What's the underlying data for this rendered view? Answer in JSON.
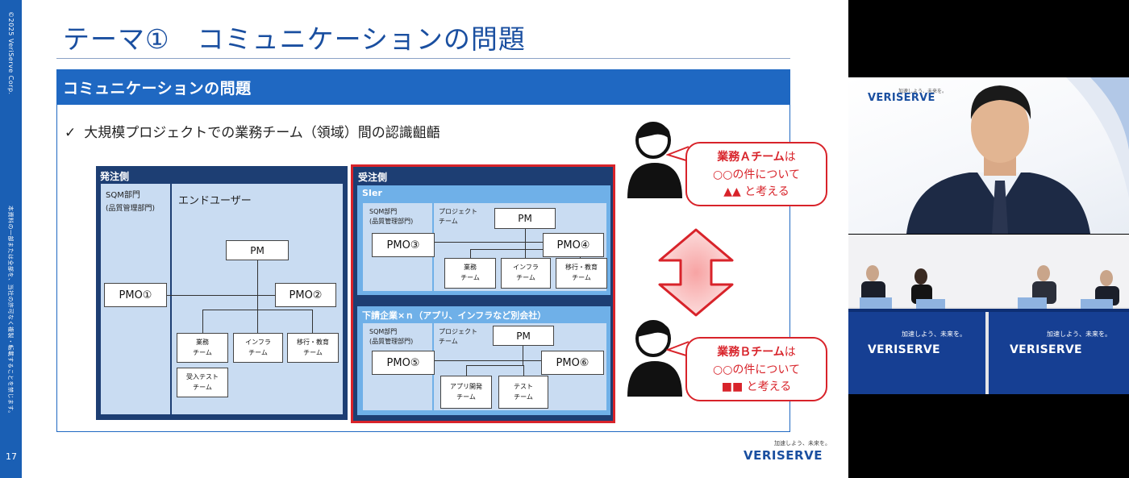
{
  "slide": {
    "copyright": "©2025 VeriServe Corp.",
    "confidential": "本資料の一部または全部を、当社の許可なく複製・転載することを禁じます。",
    "page_number": "17",
    "title": "テーマ①　コミュニケーションの問題",
    "section_title": "コミュニケーションの問題",
    "bullet_check": "✓",
    "bullet_text": "大規模プロジェクトでの業務チーム（領域）間の認識齟齬",
    "logo_tagline": "加速しよう、未来を。",
    "logo_text": "VERISERVE"
  },
  "orderer": {
    "header": "発注側",
    "sqm_label": "SQM部門",
    "sqm_sub": "(品質管理部門)",
    "enduser_label": "エンドユーザー",
    "pm": "PM",
    "pmo1": "PMO①",
    "pmo2": "PMO②",
    "team1_l1": "業務",
    "team1_l2": "チーム",
    "team2_l1": "インフラ",
    "team2_l2": "チーム",
    "team3_l1": "移行・教育",
    "team3_l2": "チーム",
    "team4_l1": "受入テスト",
    "team4_l2": "チーム"
  },
  "receiver": {
    "header": "受注側",
    "sier": {
      "header": "SIer",
      "sqm_label": "SQM部門",
      "sqm_sub": "(品質管理部門)",
      "project_l1": "プロジェクト",
      "project_l2": "チーム",
      "pm": "PM",
      "pmo3": "PMO③",
      "pmo4": "PMO④",
      "team1_l1": "業務",
      "team1_l2": "チーム",
      "team2_l1": "インフラ",
      "team2_l2": "チーム",
      "team3_l1": "移行・教育",
      "team3_l2": "チーム"
    },
    "sub": {
      "header": "下請企業×ｎ（アプリ、インフラなど別会社）",
      "sqm_label": "SQM部門",
      "sqm_sub": "(品質管理部門)",
      "project_l1": "プロジェクト",
      "project_l2": "チーム",
      "pm": "PM",
      "pmo5": "PMO⑤",
      "pmo6": "PMO⑥",
      "team1_l1": "アプリ開発",
      "team1_l2": "チーム",
      "team2_l1": "テスト",
      "team2_l2": "チーム"
    }
  },
  "bubble_a": {
    "team": "業務Ａチーム",
    "particle": "は",
    "line2": "○○の件について",
    "marks": "▲▲",
    "tail": "と考える"
  },
  "bubble_b": {
    "team": "業務Ｂチーム",
    "particle": "は",
    "line2": "○○の件について",
    "marks": "■■",
    "tail": "と考える"
  },
  "video": {
    "speaker_logo_tag": "加速しよう、未来を。",
    "speaker_logo": "VERISERVE",
    "table_tag_left": "加速しよう、未来を。",
    "table_logo_left": "VERISERVE",
    "table_tag_right": "加速しよう、未来を。",
    "table_logo_right": "VERISERVE"
  },
  "colors": {
    "brand_blue": "#1f68c2",
    "dark_navy": "#1d3e73",
    "accent_red": "#d8232a",
    "pale_blue": "#c9dcf2",
    "sky_blue": "#6fb0e8"
  }
}
